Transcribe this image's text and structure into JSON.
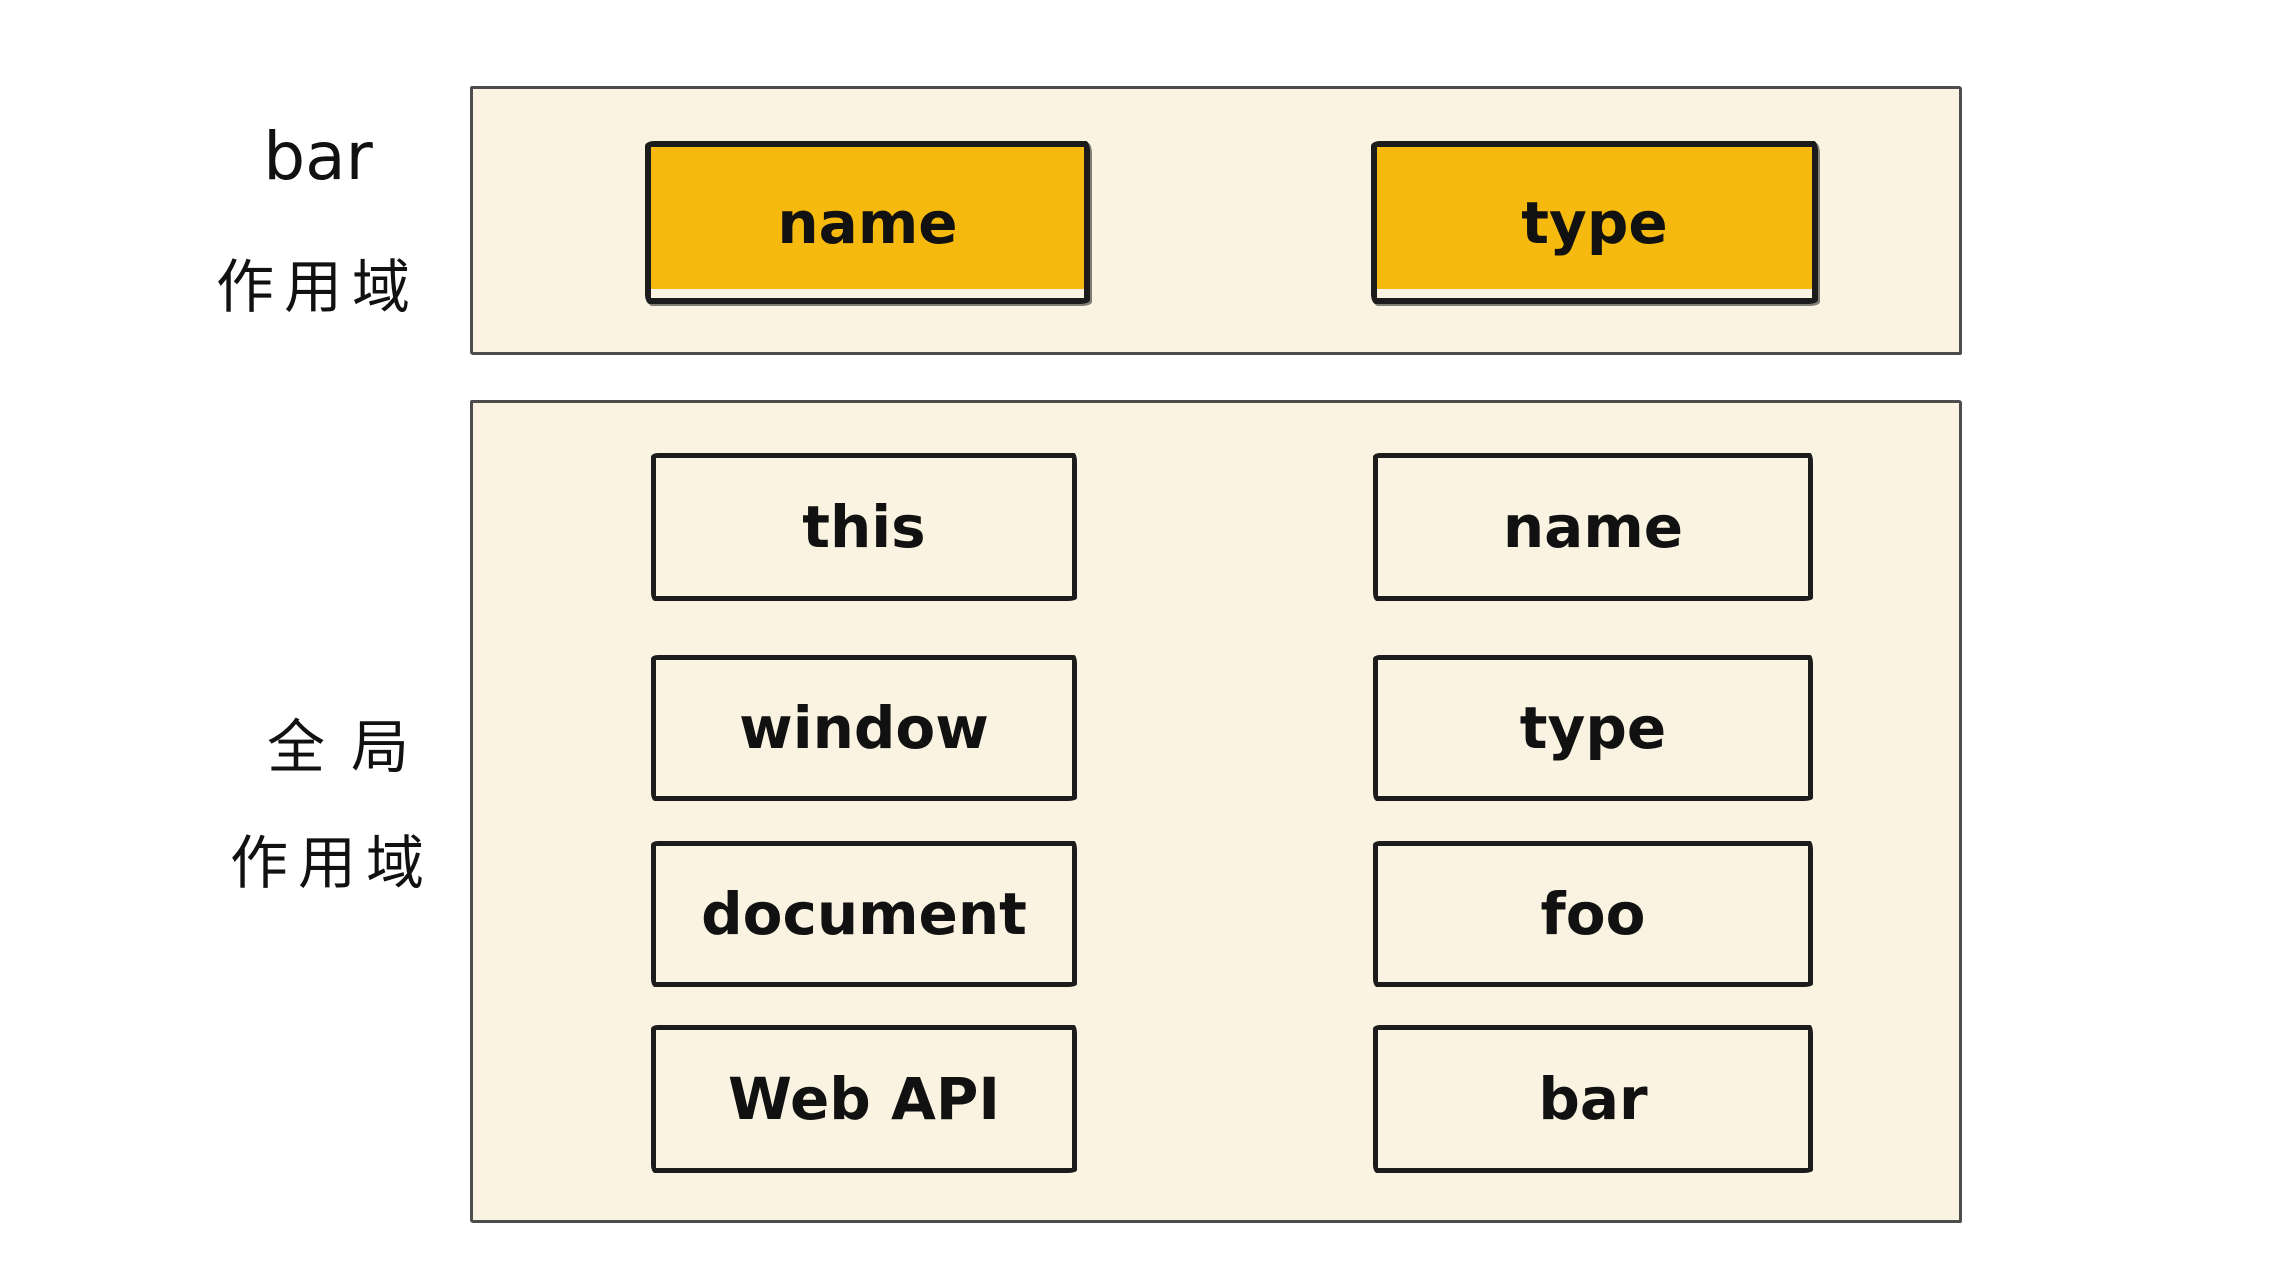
{
  "colors": {
    "canvas_bg": "#ffffff",
    "panel_bg": "#faf3e2",
    "panel_border": "#4d4d4d",
    "box_border": "#1c1c1c",
    "highlight": "#f6b90d",
    "text": "#111111"
  },
  "scopes": [
    {
      "id": "bar-scope",
      "label_lines": [
        "bar",
        "作用域"
      ],
      "variables": [
        {
          "label": "name",
          "highlighted": true
        },
        {
          "label": "type",
          "highlighted": true
        }
      ]
    },
    {
      "id": "global-scope",
      "label_lines": [
        "全局",
        "作用域"
      ],
      "left_column": [
        "this",
        "window",
        "document",
        "Web API"
      ],
      "right_column": [
        "name",
        "type",
        "foo",
        "bar"
      ]
    }
  ]
}
